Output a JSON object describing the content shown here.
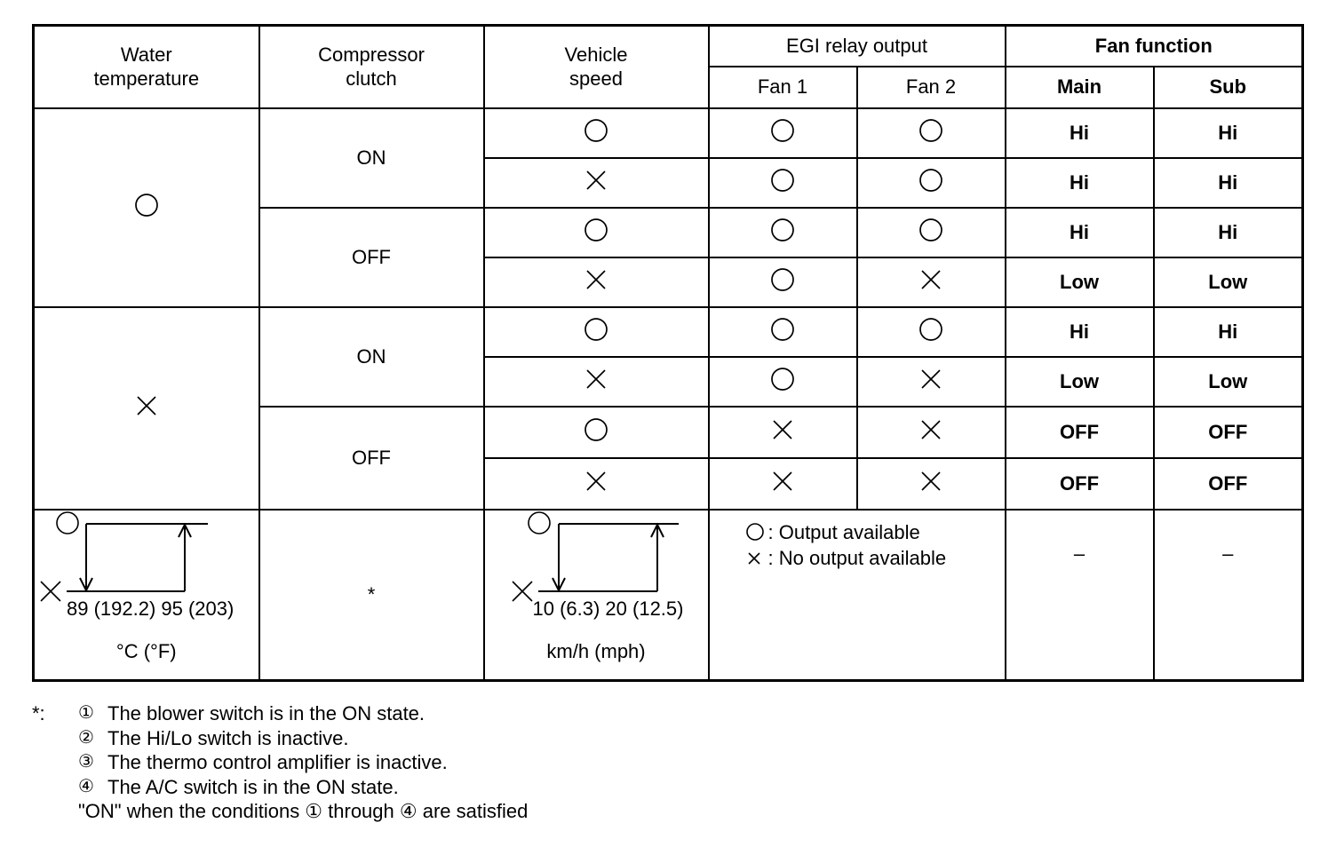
{
  "header": {
    "water_temp": [
      "Water",
      "temperature"
    ],
    "compressor": [
      "Compressor",
      "clutch"
    ],
    "vehicle_speed": [
      "Vehicle",
      "speed"
    ],
    "egi_relay": "EGI relay output",
    "fan1": "Fan 1",
    "fan2": "Fan 2",
    "fan_function": "Fan function",
    "main": "Main",
    "sub": "Sub"
  },
  "rows": [
    {
      "speed": "circle",
      "fan1": "circle",
      "fan2": "circle",
      "main": "Hi",
      "sub": "Hi"
    },
    {
      "speed": "cross",
      "fan1": "circle",
      "fan2": "circle",
      "main": "Hi",
      "sub": "Hi"
    },
    {
      "speed": "circle",
      "fan1": "circle",
      "fan2": "circle",
      "main": "Hi",
      "sub": "Hi"
    },
    {
      "speed": "cross",
      "fan1": "circle",
      "fan2": "cross",
      "main": "Low",
      "sub": "Low"
    },
    {
      "speed": "circle",
      "fan1": "circle",
      "fan2": "circle",
      "main": "Hi",
      "sub": "Hi"
    },
    {
      "speed": "cross",
      "fan1": "circle",
      "fan2": "cross",
      "main": "Low",
      "sub": "Low"
    },
    {
      "speed": "circle",
      "fan1": "cross",
      "fan2": "cross",
      "main": "OFF",
      "sub": "OFF"
    },
    {
      "speed": "cross",
      "fan1": "cross",
      "fan2": "cross",
      "main": "OFF",
      "sub": "OFF"
    }
  ],
  "groups": {
    "water_circle": "circle",
    "water_cross": "cross",
    "clutch": [
      "ON",
      "OFF",
      "ON",
      "OFF"
    ]
  },
  "footer": {
    "water_values": "89 (192.2) 95 (203)",
    "water_unit": "°C (°F)",
    "clutch_mark": "*",
    "speed_values": "10 (6.3) 20 (12.5)",
    "speed_unit": "km/h (mph)",
    "legend_output": ": Output available",
    "legend_no_output": ": No output available",
    "main_dash": "–",
    "sub_dash": "–"
  },
  "notes": {
    "star": "*:",
    "items": [
      {
        "num": "①",
        "text": "The blower switch is in the ON state."
      },
      {
        "num": "②",
        "text": "The Hi/Lo switch is inactive."
      },
      {
        "num": "③",
        "text": "The thermo control amplifier is inactive."
      },
      {
        "num": "④",
        "text": "The A/C switch is in the ON state."
      }
    ],
    "summary": "\"ON\" when the conditions ① through ④ are satisfied"
  }
}
